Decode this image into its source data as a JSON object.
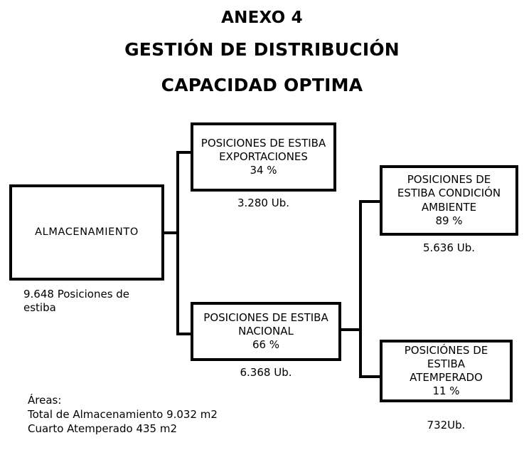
{
  "document": {
    "title_lines": [
      "ANEXO 4",
      "GESTIÓN DE DISTRIBUCIÓN",
      "CAPACIDAD OPTIMA"
    ],
    "colors": {
      "background": "#ffffff",
      "ink": "#000000",
      "box_border": "#000000",
      "connector": "#000000"
    }
  },
  "diagram": {
    "type": "tree",
    "nodes": [
      {
        "id": "almacenamiento",
        "lines": [
          "ALMACENAMIENTO"
        ],
        "caption": "9.648 Posiciones de\nestiba",
        "value": 9648,
        "unit": "Posiciones de estiba"
      },
      {
        "id": "exportaciones",
        "lines": [
          "POSICIONES DE ESTIBA",
          "EXPORTACIONES",
          "34 %"
        ],
        "caption": "3.280 Ub.",
        "percent": 34,
        "value": 3280,
        "unit": "Ub."
      },
      {
        "id": "nacional",
        "lines": [
          "POSICIONES DE ESTIBA",
          "NACIONAL",
          "66 %"
        ],
        "caption": "6.368 Ub.",
        "percent": 66,
        "value": 6368,
        "unit": "Ub."
      },
      {
        "id": "ambiente",
        "lines": [
          "POSICIONES DE",
          "ESTIBA CONDICIÓN",
          "AMBIENTE",
          "89 %"
        ],
        "caption": "5.636 Ub.",
        "percent": 89,
        "value": 5636,
        "unit": "Ub."
      },
      {
        "id": "atemperado",
        "lines": [
          "POSICIÓNES DE",
          "ESTIBA",
          "ATEMPERADO",
          "11 %"
        ],
        "caption": "732Ub.",
        "percent": 11,
        "value": 732,
        "unit": "Ub."
      }
    ],
    "edges": [
      {
        "from": "almacenamiento",
        "to": "exportaciones"
      },
      {
        "from": "almacenamiento",
        "to": "nacional"
      },
      {
        "from": "nacional",
        "to": "ambiente"
      },
      {
        "from": "nacional",
        "to": "atemperado"
      }
    ]
  },
  "notes": {
    "heading": "Áreas:",
    "lines": [
      "Total de Almacenamiento 9.032 m2",
      "Cuarto Atemperado 435 m2"
    ]
  }
}
